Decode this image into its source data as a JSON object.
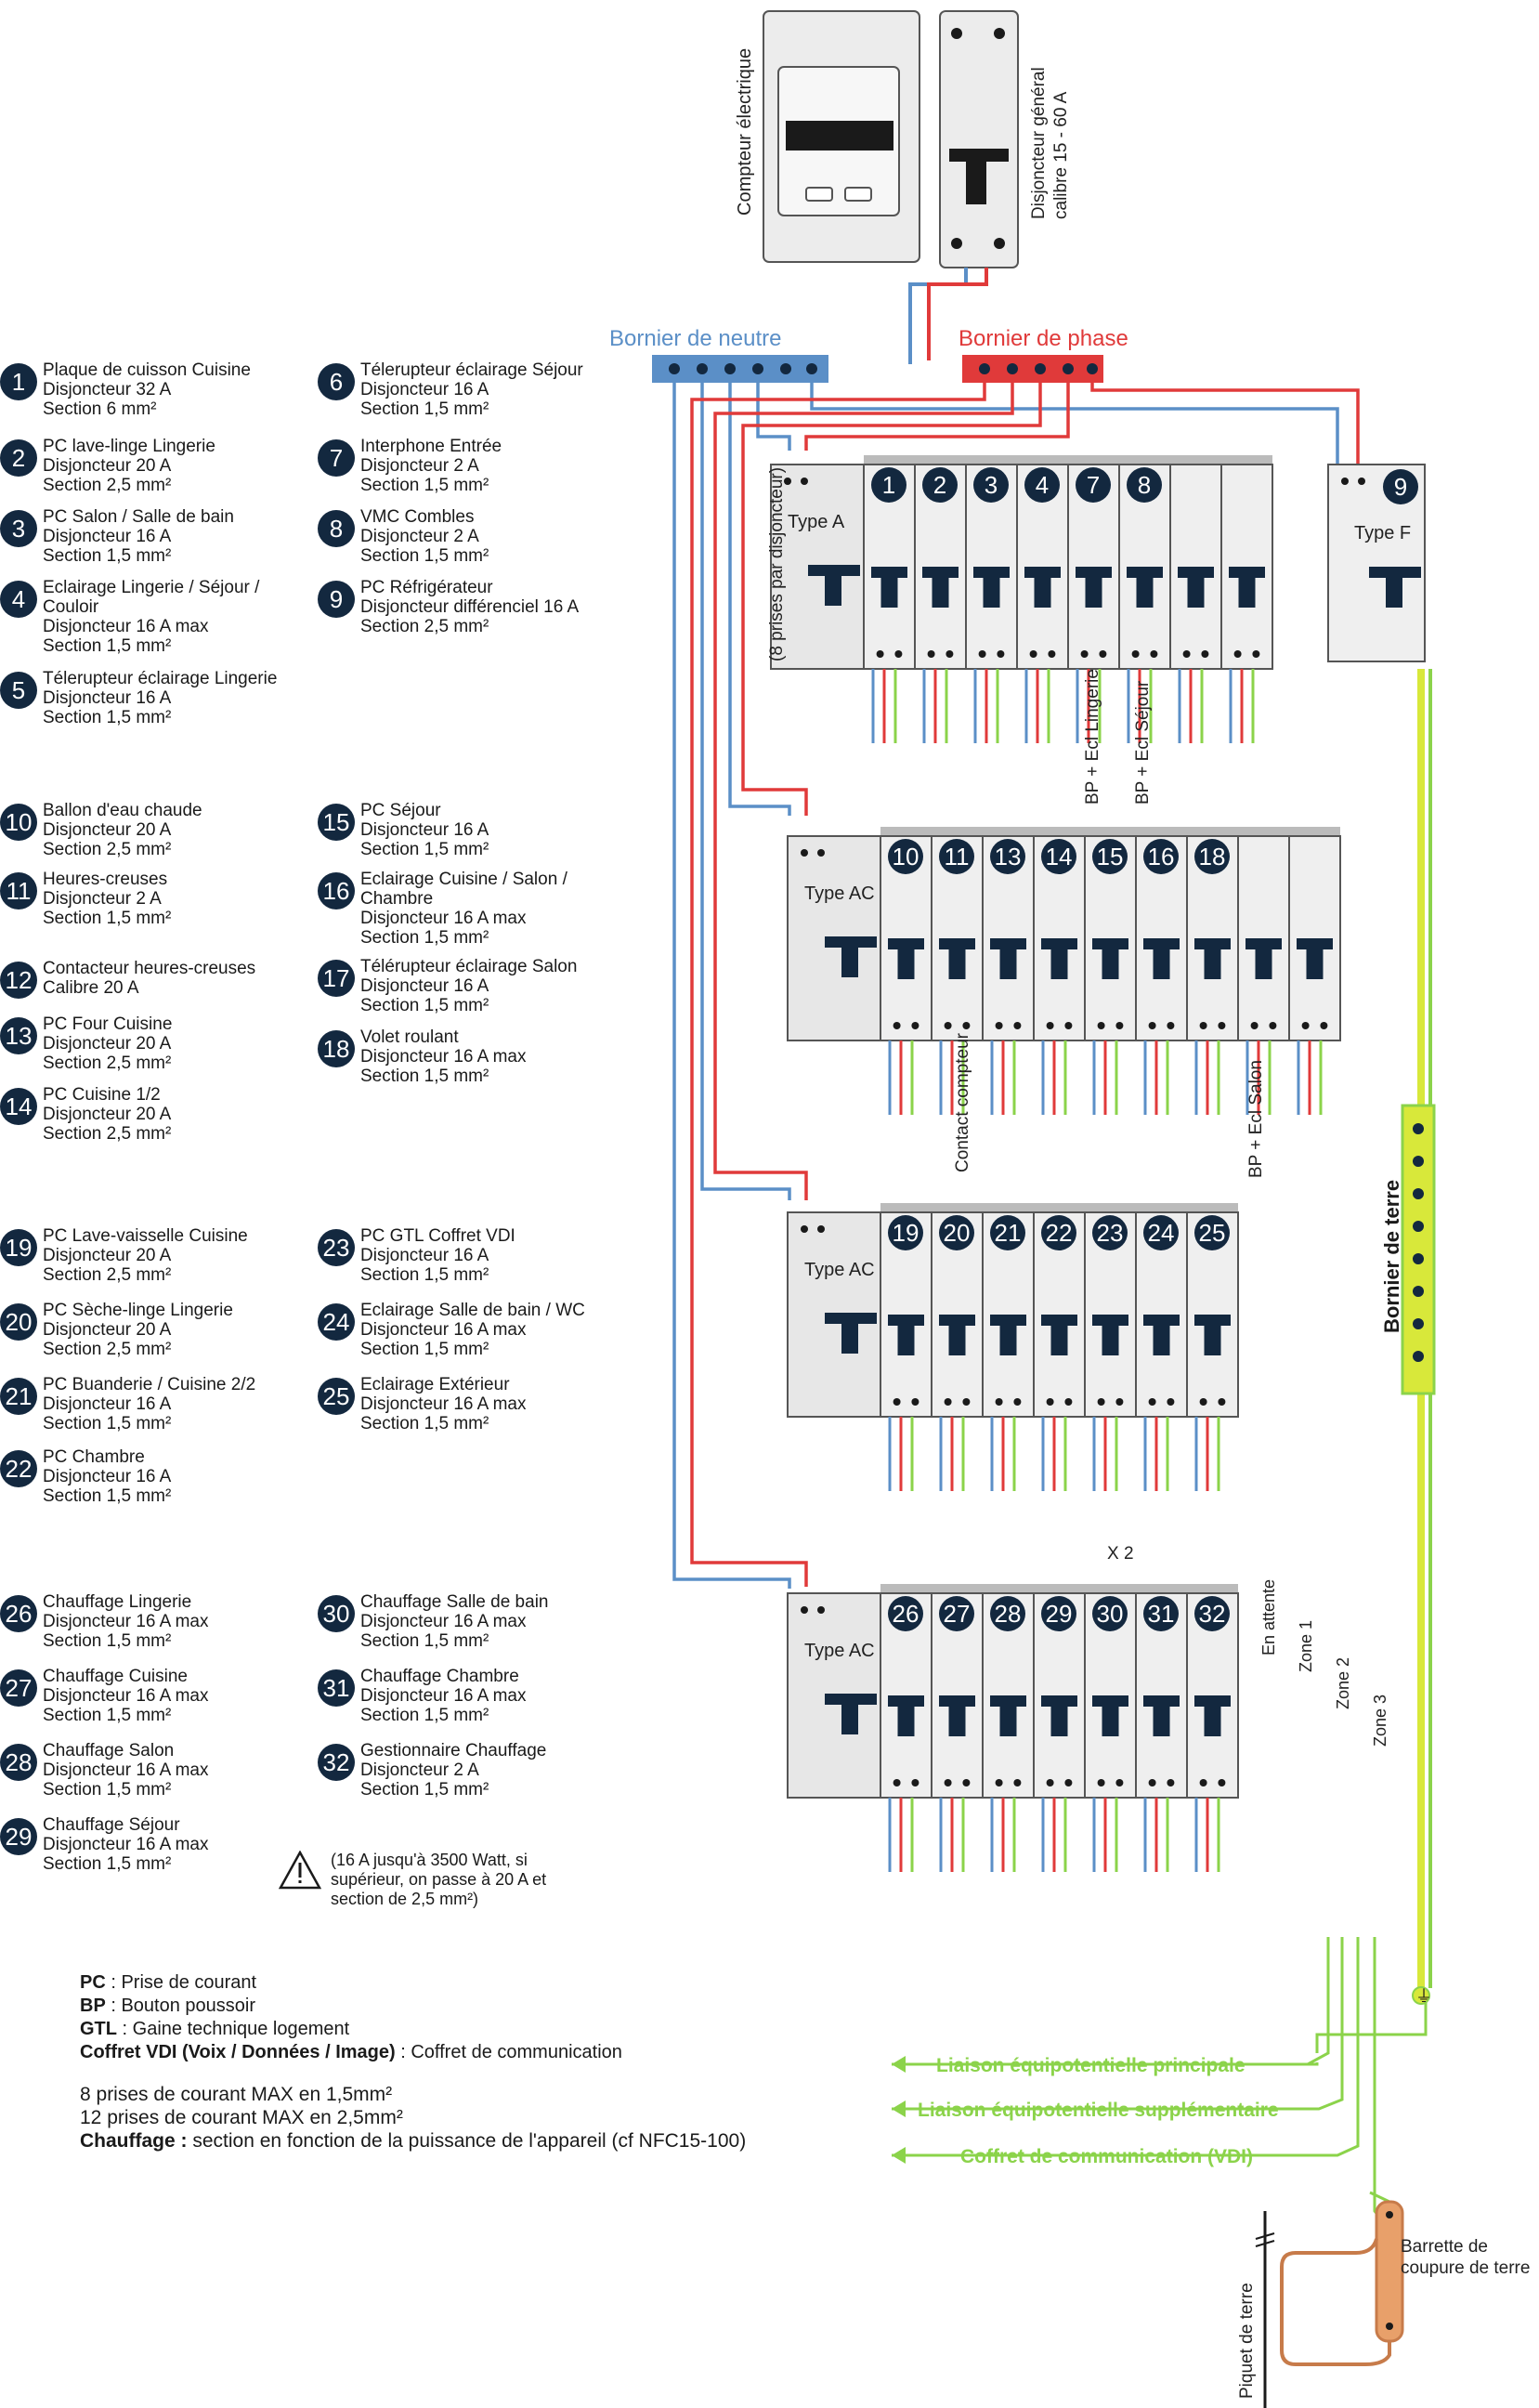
{
  "meter": {
    "label": "Compteur électrique"
  },
  "main_breaker": {
    "label_line1": "Disjoncteur général",
    "label_line2": "calibre 15 - 60 A"
  },
  "neutral_bar": {
    "label": "Bornier de neutre"
  },
  "phase_bar": {
    "label": "Bornier de phase"
  },
  "earth_bar": {
    "label": "Bornier de terre"
  },
  "rows": {
    "row1": {
      "type": "Type A",
      "side_note": "(8 prises par disjoncteur)",
      "numbers": [
        "1",
        "2",
        "3",
        "4",
        "7",
        "8"
      ],
      "typef_label": "Type F",
      "typef_number": "9"
    },
    "row2": {
      "type": "Type AC",
      "numbers": [
        "10",
        "11",
        "13",
        "14",
        "15",
        "16",
        "18"
      ]
    },
    "row3": {
      "type": "Type AC",
      "numbers": [
        "19",
        "20",
        "21",
        "22",
        "23",
        "24",
        "25"
      ]
    },
    "row4": {
      "type": "Type AC",
      "numbers": [
        "26",
        "27",
        "28",
        "29",
        "30",
        "31",
        "32"
      ]
    }
  },
  "appliance_labels": {
    "bp_ecl_lingerie": "BP + Ecl Lingerie",
    "bp_ecl_sejour": "BP + Ecl Séjour",
    "contact_compteur": "Contact compteur",
    "bp_ecl_salon": "BP + Ecl Salon",
    "x2": "X 2",
    "en_attente": "En attente",
    "zone1": "Zone 1",
    "zone2": "Zone 2",
    "zone3": "Zone 3"
  },
  "colors": {
    "badge": "#13283f",
    "neutral": "#5b8fc7",
    "phase": "#e03a3a",
    "earth": "#d8e83a",
    "earth_line": "#8bd34a",
    "copper": "#c77b4a"
  },
  "circuits": [
    {
      "n": "1",
      "lines": [
        "Plaque de cuisson Cuisine",
        "Disjoncteur 32 A",
        "Section 6 mm²"
      ]
    },
    {
      "n": "2",
      "lines": [
        "PC lave-linge Lingerie",
        "Disjoncteur 20 A",
        "Section 2,5 mm²"
      ]
    },
    {
      "n": "3",
      "lines": [
        "PC Salon / Salle de bain",
        "Disjoncteur 16 A",
        "Section 1,5 mm²"
      ]
    },
    {
      "n": "4",
      "lines": [
        "Eclairage Lingerie / Séjour /",
        "Couloir",
        "Disjoncteur 16 A max",
        "Section 1,5 mm²"
      ]
    },
    {
      "n": "5",
      "lines": [
        "Télerupteur éclairage Lingerie",
        "Disjoncteur 16 A",
        "Section 1,5 mm²"
      ]
    },
    {
      "n": "6",
      "lines": [
        "Télerupteur éclairage Séjour",
        "Disjoncteur 16 A",
        "Section 1,5 mm²"
      ]
    },
    {
      "n": "7",
      "lines": [
        "Interphone Entrée",
        "Disjoncteur 2 A",
        "Section 1,5 mm²"
      ]
    },
    {
      "n": "8",
      "lines": [
        "VMC Combles",
        "Disjoncteur 2 A",
        "Section 1,5 mm²"
      ]
    },
    {
      "n": "9",
      "lines": [
        "PC Réfrigérateur",
        "Disjoncteur différenciel 16 A",
        "Section 2,5 mm²"
      ]
    },
    {
      "n": "10",
      "lines": [
        "Ballon d'eau chaude",
        "Disjoncteur 20 A",
        "Section 2,5 mm²"
      ]
    },
    {
      "n": "11",
      "lines": [
        "Heures-creuses",
        "Disjoncteur 2 A",
        "Section 1,5 mm²"
      ]
    },
    {
      "n": "12",
      "lines": [
        "Contacteur heures-creuses",
        "Calibre 20 A"
      ]
    },
    {
      "n": "13",
      "lines": [
        "PC Four Cuisine",
        "Disjoncteur 20 A",
        "Section 2,5 mm²"
      ]
    },
    {
      "n": "14",
      "lines": [
        "PC Cuisine 1/2",
        "Disjoncteur 20 A",
        "Section 2,5 mm²"
      ]
    },
    {
      "n": "15",
      "lines": [
        "PC Séjour",
        "Disjoncteur 16 A",
        "Section 1,5 mm²"
      ]
    },
    {
      "n": "16",
      "lines": [
        "Eclairage Cuisine / Salon /",
        "Chambre",
        "Disjoncteur 16 A max",
        "Section 1,5 mm²"
      ]
    },
    {
      "n": "17",
      "lines": [
        "Télérupteur éclairage Salon",
        "Disjoncteur 16 A",
        "Section 1,5 mm²"
      ]
    },
    {
      "n": "18",
      "lines": [
        "Volet roulant",
        "Disjoncteur 16 A max",
        "Section 1,5 mm²"
      ]
    },
    {
      "n": "19",
      "lines": [
        "PC Lave-vaisselle Cuisine",
        "Disjoncteur 20 A",
        "Section 2,5 mm²"
      ]
    },
    {
      "n": "20",
      "lines": [
        "PC Sèche-linge Lingerie",
        "Disjoncteur 20 A",
        "Section 2,5 mm²"
      ]
    },
    {
      "n": "21",
      "lines": [
        "PC Buanderie / Cuisine 2/2",
        "Disjoncteur 16 A",
        "Section 1,5 mm²"
      ]
    },
    {
      "n": "22",
      "lines": [
        "PC Chambre",
        "Disjoncteur 16 A",
        "Section 1,5 mm²"
      ]
    },
    {
      "n": "23",
      "lines": [
        "PC GTL Coffret VDI",
        "Disjoncteur 16 A",
        "Section 1,5 mm²"
      ]
    },
    {
      "n": "24",
      "lines": [
        "Eclairage Salle de bain / WC",
        "Disjoncteur 16 A max",
        "Section 1,5 mm²"
      ]
    },
    {
      "n": "25",
      "lines": [
        "Eclairage Extérieur",
        "Disjoncteur 16 A max",
        "Section 1,5 mm²"
      ]
    },
    {
      "n": "26",
      "lines": [
        "Chauffage Lingerie",
        "Disjoncteur 16 A max",
        "Section 1,5 mm²"
      ]
    },
    {
      "n": "27",
      "lines": [
        "Chauffage Cuisine",
        "Disjoncteur 16 A max",
        "Section 1,5 mm²"
      ]
    },
    {
      "n": "28",
      "lines": [
        "Chauffage Salon",
        "Disjoncteur 16 A max",
        "Section 1,5 mm²"
      ]
    },
    {
      "n": "29",
      "lines": [
        "Chauffage Séjour",
        "Disjoncteur 16 A max",
        "Section 1,5 mm²"
      ]
    },
    {
      "n": "30",
      "lines": [
        "Chauffage Salle de bain",
        "Disjoncteur 16 A max",
        "Section 1,5 mm²"
      ]
    },
    {
      "n": "31",
      "lines": [
        "Chauffage Chambre",
        "Disjoncteur 16 A max",
        "Section 1,5 mm²"
      ]
    },
    {
      "n": "32",
      "lines": [
        "Gestionnaire Chauffage",
        "Disjoncteur 2 A",
        "Section 1,5 mm²"
      ]
    }
  ],
  "warning": {
    "lines": [
      "(16 A jusqu'à 3500 Watt, si",
      "supérieur, on passe à 20 A et",
      "section de 2,5 mm²)"
    ]
  },
  "legend": {
    "pc_key": "PC",
    "pc_text": " : Prise de courant",
    "bp_key": "BP",
    "bp_text": " : Bouton poussoir",
    "gtl_key": "GTL",
    "gtl_text": " : Gaine technique logement",
    "vdi_key": "Coffret VDI (Voix / Données / Image)",
    "vdi_text": " : Coffret de communication"
  },
  "notes": {
    "line1": "8 prises de courant MAX en 1,5mm²",
    "line2": "12 prises de courant MAX en 2,5mm²",
    "line3_bold": "Chauffage : ",
    "line3": "section en fonction de la puissance de l'appareil (cf NFC15-100)"
  },
  "links": {
    "principale": "Liaison équipotentielle principale",
    "supplementaire": "Liaison équipotentielle supplémentaire",
    "vdi": "Coffret de communication (VDI)"
  },
  "barrette": {
    "line1": "Barrette de",
    "line2": "coupure de terre"
  },
  "piquet": {
    "label": "Piquet de terre"
  }
}
